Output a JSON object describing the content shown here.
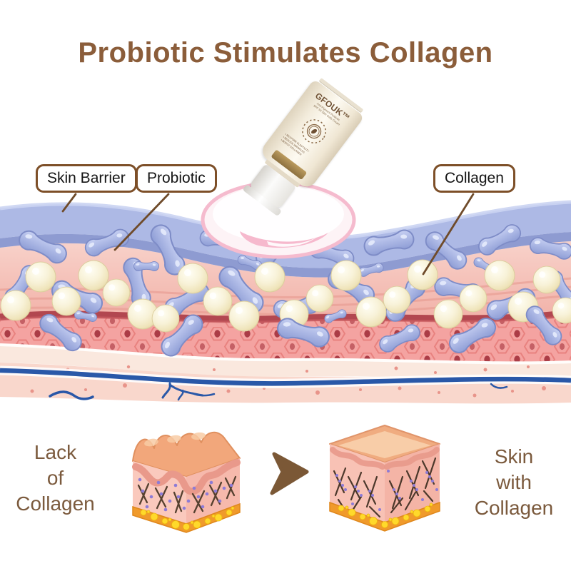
{
  "title": "Probiotic Stimulates Collagen",
  "callouts": {
    "skin_barrier": "Skin Barrier",
    "probiotic": "Probiotic",
    "collagen": "Collagen"
  },
  "product": {
    "brand": "GFOUK™",
    "line1": "Anti-Pigment Probiotic",
    "line2": "SPF 50 Skin Cells Cream",
    "bullets": [
      "RESTORE ELASTICITY",
      "REDUCE WRINKLES",
      "BOOST COLLAGEN"
    ]
  },
  "comparison": {
    "before": [
      "Lack",
      "of",
      "Collagen"
    ],
    "after": [
      "Skin",
      "with",
      "Collagen"
    ]
  },
  "colors": {
    "title_brown": "#8b5d3a",
    "callout_border": "#7d4f28",
    "pointer_line": "#6f4b2a",
    "caption_brown": "#7b5a3d",
    "arrow_brown": "#7b5836",
    "barrier_blue": "#adb9e5",
    "barrier_blue_dark": "#8e9bd1",
    "epidermis_pink": "#f3b8ae",
    "cell_layer_red": "#b24750",
    "bacteria_blue": "#9fadde",
    "collagen_cream": "#f6efce",
    "vein_blue": "#2a58a8",
    "fat_orange": "#f09a2b",
    "fat_yellow": "#ffd92b"
  }
}
